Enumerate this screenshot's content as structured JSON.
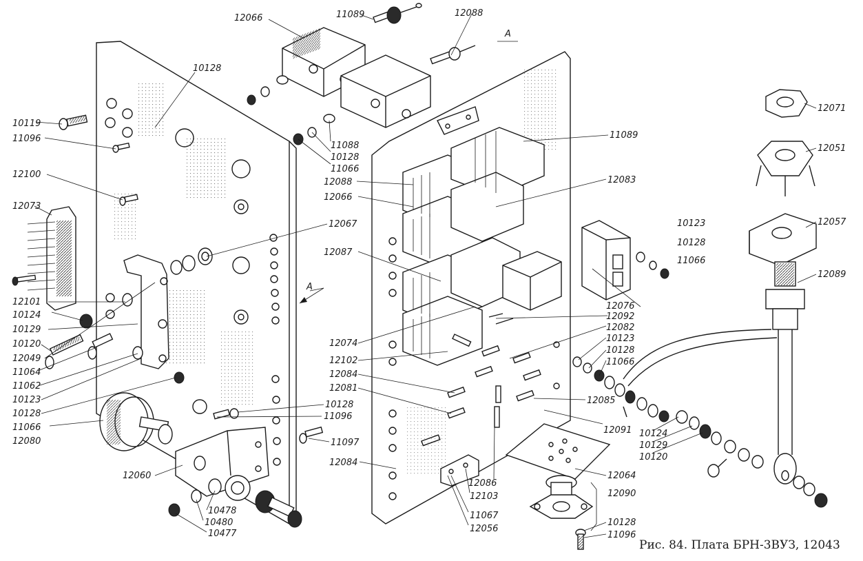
{
  "caption": "Рис. 84. Плата БРН-3ВУЗ, 12043",
  "view_marker": "A",
  "labels": [
    "12066",
    "11089",
    "12088",
    "10128",
    "10119",
    "11096",
    "12100",
    "12073",
    "12067",
    "12101",
    "10124",
    "10129",
    "10120",
    "12049",
    "11064",
    "11062",
    "10123",
    "10128",
    "11066",
    "12080",
    "10128",
    "11096",
    "11097",
    "12060",
    "10478",
    "10480",
    "10477",
    "11088",
    "10128",
    "11066",
    "11089",
    "12088",
    "12066",
    "12083",
    "12087",
    "10123",
    "10128",
    "11066",
    "12076",
    "12092",
    "12082",
    "10123",
    "10128",
    "11066",
    "12074",
    "12102",
    "12084",
    "12081",
    "12085",
    "12091",
    "12084",
    "12086",
    "12103",
    "11067",
    "12056",
    "12064",
    "12090",
    "10128",
    "11096",
    "10124",
    "10129",
    "10120",
    "12071",
    "12051",
    "12057",
    "12089"
  ]
}
